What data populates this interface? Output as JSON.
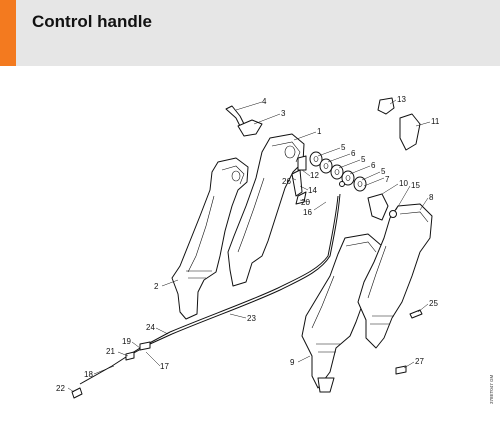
{
  "page": {
    "title": "Control handle",
    "accent_color": "#f37a1f",
    "header_bg": "#e6e6e6"
  },
  "drawing": {
    "code": "378ET047 GM",
    "callouts": [
      {
        "id": "c1",
        "text": "1"
      },
      {
        "id": "c2",
        "text": "2"
      },
      {
        "id": "c3",
        "text": "3"
      },
      {
        "id": "c4",
        "text": "4"
      },
      {
        "id": "c5a",
        "text": "5"
      },
      {
        "id": "c6a",
        "text": "6"
      },
      {
        "id": "c5b",
        "text": "5"
      },
      {
        "id": "c6b",
        "text": "6"
      },
      {
        "id": "c5c",
        "text": "5"
      },
      {
        "id": "c7",
        "text": "7"
      },
      {
        "id": "c8",
        "text": "8"
      },
      {
        "id": "c9",
        "text": "9"
      },
      {
        "id": "c10",
        "text": "10"
      },
      {
        "id": "c11",
        "text": "11"
      },
      {
        "id": "c12",
        "text": "12"
      },
      {
        "id": "c13",
        "text": "13"
      },
      {
        "id": "c14",
        "text": "14"
      },
      {
        "id": "c15",
        "text": "15"
      },
      {
        "id": "c16",
        "text": "16"
      },
      {
        "id": "c17",
        "text": "17"
      },
      {
        "id": "c18",
        "text": "18"
      },
      {
        "id": "c19",
        "text": "19"
      },
      {
        "id": "c20",
        "text": "20"
      },
      {
        "id": "c21",
        "text": "21"
      },
      {
        "id": "c22",
        "text": "22"
      },
      {
        "id": "c23",
        "text": "23"
      },
      {
        "id": "c24",
        "text": "24"
      },
      {
        "id": "c25",
        "text": "25"
      },
      {
        "id": "c26",
        "text": "26"
      },
      {
        "id": "c27",
        "text": "27"
      }
    ]
  }
}
